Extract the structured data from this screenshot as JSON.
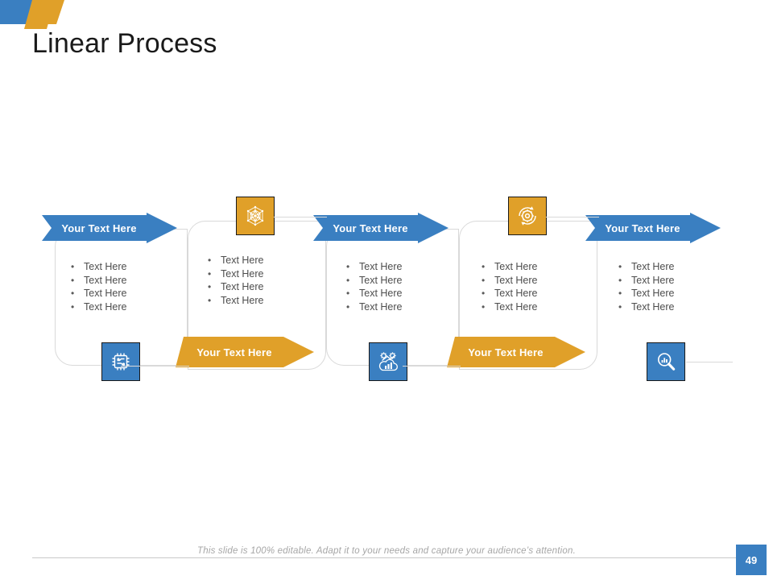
{
  "slide": {
    "title": "Linear Process",
    "page_number": "49",
    "footer_note": "This slide is 100% editable. Adapt it to your needs and capture your audience’s attention.",
    "colors": {
      "blue": "#3a7fc1",
      "orange": "#e0a029",
      "text": "#4d4d4d",
      "border": "#d9d9d9",
      "title": "#1a1a1a"
    }
  },
  "steps": [
    {
      "id": "step-1",
      "arrow_label": "Your Text Here",
      "arrow_color": "blue",
      "arrow_position": "top",
      "icon": "microchip-icon",
      "icon_color": "blue",
      "icon_position": "bottom",
      "bullets": [
        "Text Here",
        "Text Here",
        "Text Here",
        "Text Here"
      ]
    },
    {
      "id": "step-2",
      "arrow_label": "Your Text Here",
      "arrow_color": "orange",
      "arrow_position": "bottom",
      "icon": "network-mesh-icon",
      "icon_color": "orange",
      "icon_position": "top",
      "bullets": [
        "Text Here",
        "Text Here",
        "Text Here",
        "Text Here"
      ]
    },
    {
      "id": "step-3",
      "arrow_label": "Your Text Here",
      "arrow_color": "blue",
      "arrow_position": "top",
      "icon": "cloud-analytics-icon",
      "icon_color": "blue",
      "icon_position": "bottom",
      "bullets": [
        "Text Here",
        "Text Here",
        "Text Here",
        "Text Here"
      ]
    },
    {
      "id": "step-4",
      "arrow_label": "Your Text Here",
      "arrow_color": "orange",
      "arrow_position": "bottom",
      "icon": "gear-refresh-icon",
      "icon_color": "orange",
      "icon_position": "top",
      "bullets": [
        "Text Here",
        "Text Here",
        "Text Here",
        "Text Here"
      ]
    },
    {
      "id": "step-5",
      "arrow_label": "Your Text Here",
      "arrow_color": "blue",
      "arrow_position": "top",
      "icon": "magnifier-chart-icon",
      "icon_color": "blue",
      "icon_position": "bottom",
      "bullets": [
        "Text Here",
        "Text Here",
        "Text Here",
        "Text Here"
      ]
    }
  ]
}
